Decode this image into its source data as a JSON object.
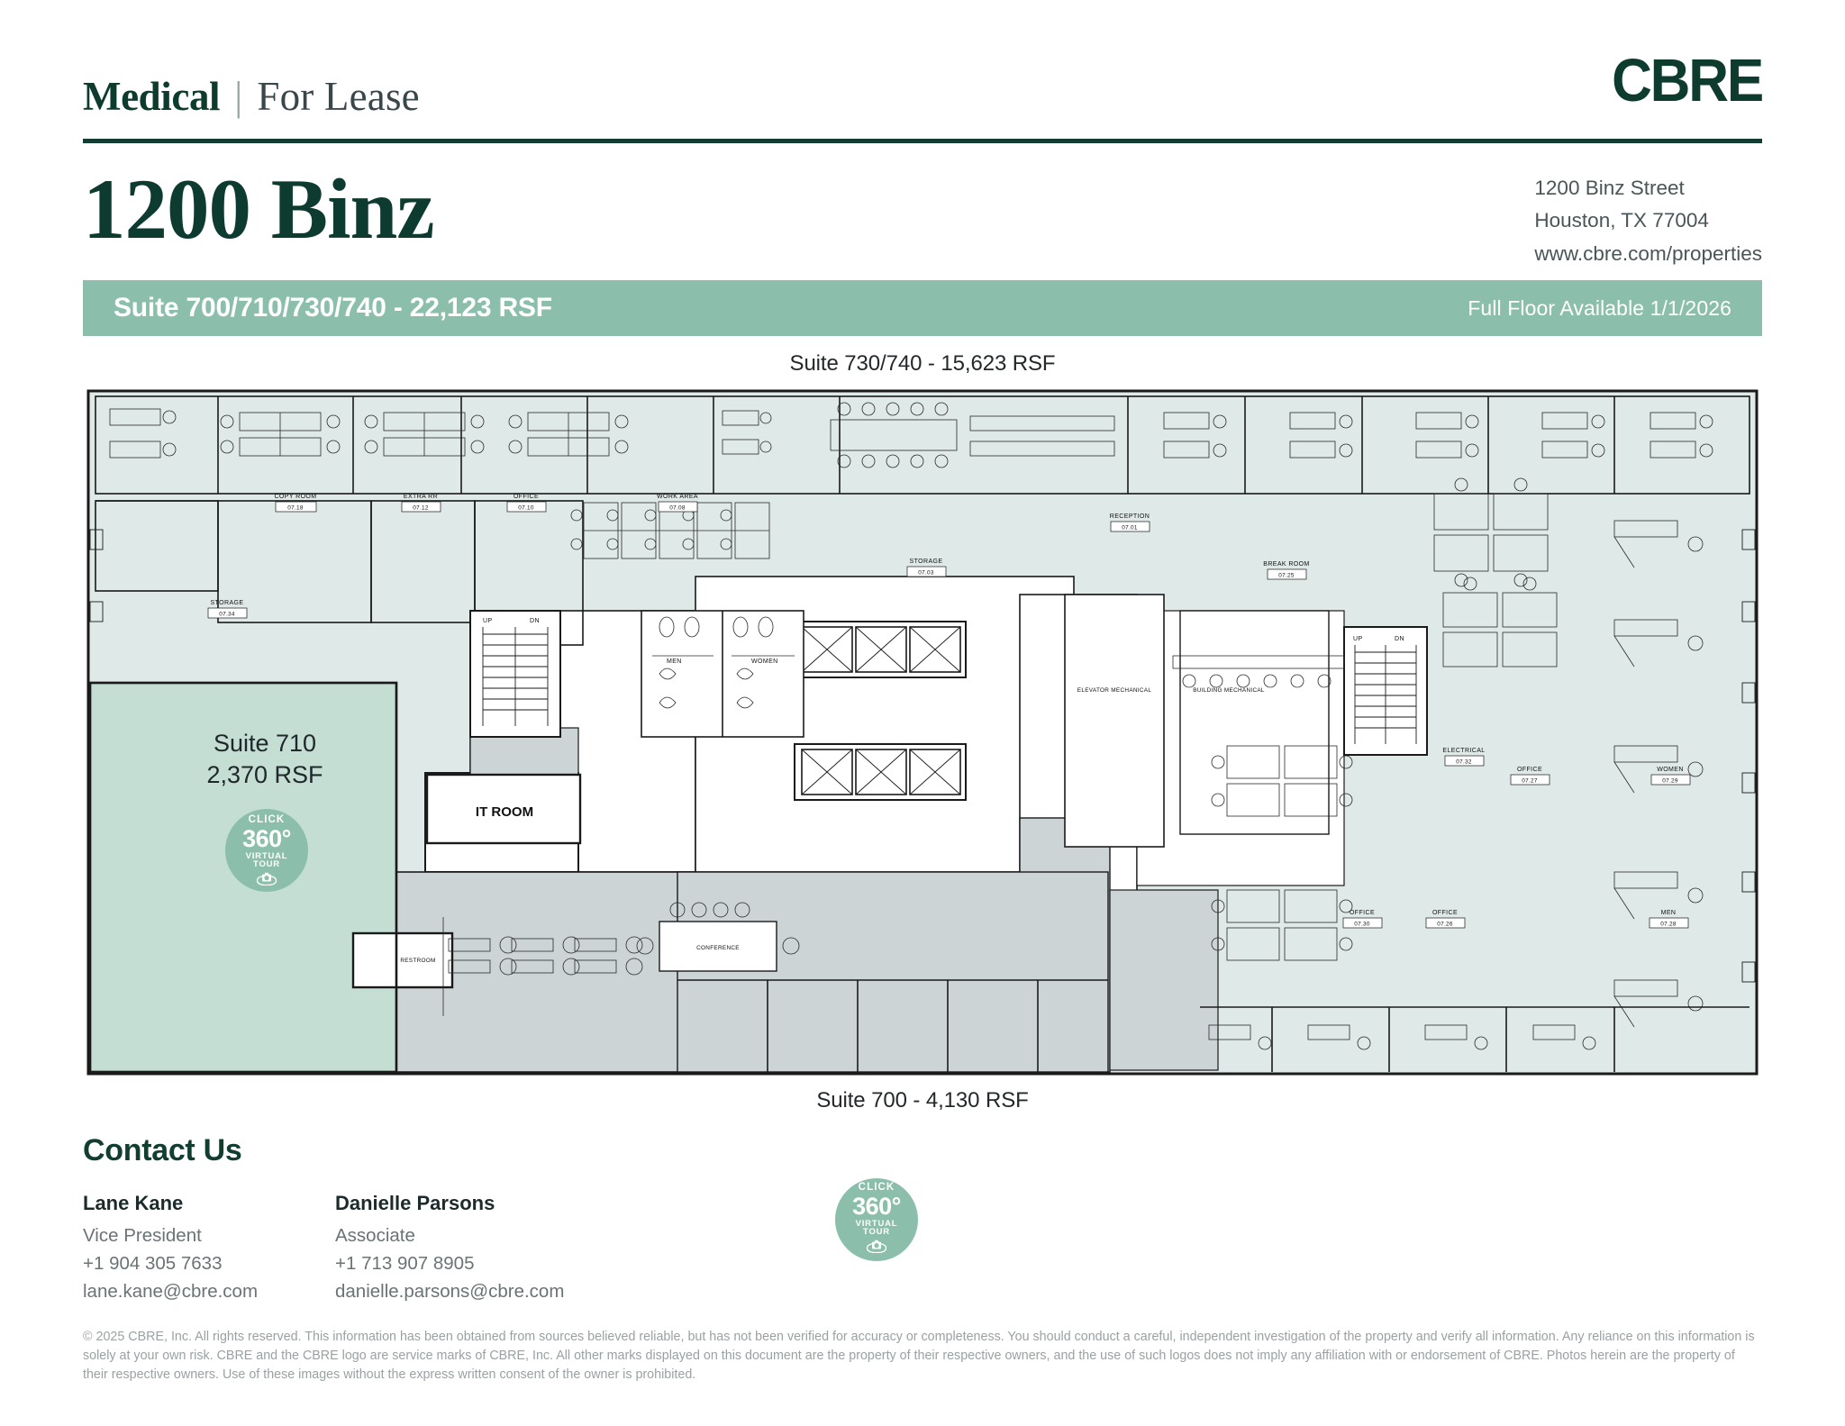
{
  "header": {
    "kicker_primary": "Medical",
    "kicker_divider": "|",
    "kicker_secondary": "For Lease",
    "logo": "CBRE"
  },
  "title": {
    "building": "1200 Binz",
    "address_line1": "1200 Binz Street",
    "address_line2": "Houston, TX 77004",
    "website": "www.cbre.com/properties"
  },
  "banner": {
    "suites": "Suite 700/710/730/740 - 22,123 RSF",
    "availability": "Full Floor Available 1/1/2026",
    "color": "#8cbfab"
  },
  "plan": {
    "caption_top": "Suite 730/740 - 15,623 RSF",
    "caption_bottom": "Suite 700 - 4,130 RSF",
    "suite710_name": "Suite 710",
    "suite710_rsf": "2,370 RSF",
    "fill_tenant": "#dfe9e8",
    "fill_suite710": "#c4ded4",
    "fill_core": "#ccd4d6",
    "fill_white": "#ffffff",
    "stroke": "#1a1a1a",
    "badge": {
      "click": "CLICK",
      "value": "360°",
      "virtual": "VIRTUAL",
      "tour": "TOUR"
    },
    "rooms": [
      {
        "name": "COPY ROOM",
        "number": "07.18"
      },
      {
        "name": "EXTRA RR",
        "number": "07.12"
      },
      {
        "name": "OFFICE",
        "number": "07.10"
      },
      {
        "name": "WORK AREA",
        "number": "07.08"
      },
      {
        "name": "STORAGE",
        "number": "07.34"
      },
      {
        "name": "STORAGE",
        "number": "07.03"
      },
      {
        "name": "RECEPTION",
        "number": "07.01"
      },
      {
        "name": "BREAK ROOM",
        "number": "07.25"
      },
      {
        "name": "ELECTRICAL",
        "number": "07.32"
      },
      {
        "name": "OFFICE",
        "number": "07.27"
      },
      {
        "name": "WOMEN",
        "number": "07.29"
      },
      {
        "name": "OFFICE",
        "number": "07.30"
      },
      {
        "name": "OFFICE",
        "number": "07.26"
      },
      {
        "name": "MEN",
        "number": "07.28"
      }
    ],
    "unnumbered_labels": [
      "MEN",
      "WOMEN",
      "IT ROOM",
      "ELEVATOR MECHANICAL",
      "BUILDING MECHANICAL",
      "CONFERENCE",
      "RESTROOM",
      "UP",
      "DN"
    ]
  },
  "contact": {
    "heading": "Contact Us",
    "people": [
      {
        "name": "Lane Kane",
        "title": "Vice President",
        "phone": "+1 904 305 7633",
        "email": "lane.kane@cbre.com"
      },
      {
        "name": "Danielle Parsons",
        "title": "Associate",
        "phone": "+1 713 907 8905",
        "email": "danielle.parsons@cbre.com"
      }
    ]
  },
  "disclaimer": "© 2025 CBRE, Inc. All rights reserved. This information has been obtained from sources believed reliable, but has not been verified for accuracy or completeness. You should conduct a careful, independent investigation of the property and verify all information. Any reliance on this information is solely at your own risk. CBRE and the CBRE logo are service marks of CBRE, Inc. All other marks displayed on this document are the property of their respective owners, and the use of such logos does not imply any affiliation with or endorsement of CBRE. Photos herein are the property of their respective owners. Use of these images without the express written consent of the owner is prohibited."
}
